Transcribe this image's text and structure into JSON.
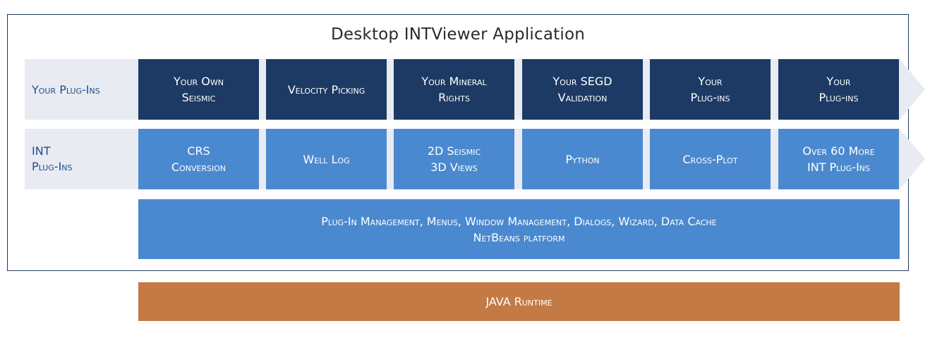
{
  "app_title": "Desktop INTViewer Application",
  "your_plugins_row": {
    "label": "Your Plug-Ins",
    "items": [
      "Your Own\nSeismic",
      "Velocity Picking",
      "Your Mineral\nRights",
      "Your SEGD\nValidation",
      "Your\nPlug-ins",
      "Your\nPlug-ins"
    ]
  },
  "int_plugins_row": {
    "label": "INT\nPlug-Ins",
    "items": [
      "CRS\nConversion",
      "Well Log",
      "2D Seismic\n3D Views",
      "Python",
      "Cross-Plot",
      "Over 60 More\nINT Plug-Ins"
    ]
  },
  "platform": {
    "line1": "Plug-In Management, Menus, Window Management, Dialogs, Wizard, Data Cache",
    "line2": "NetBeans platform"
  },
  "java_runtime": "JAVA Runtime",
  "colors": {
    "frame": "#1e3a5f",
    "band": "#e8ebf1",
    "dark_box": "#1d3a64",
    "light_box": "#4a89cf",
    "java": "#c47a45",
    "label": "#1f4e8c"
  }
}
